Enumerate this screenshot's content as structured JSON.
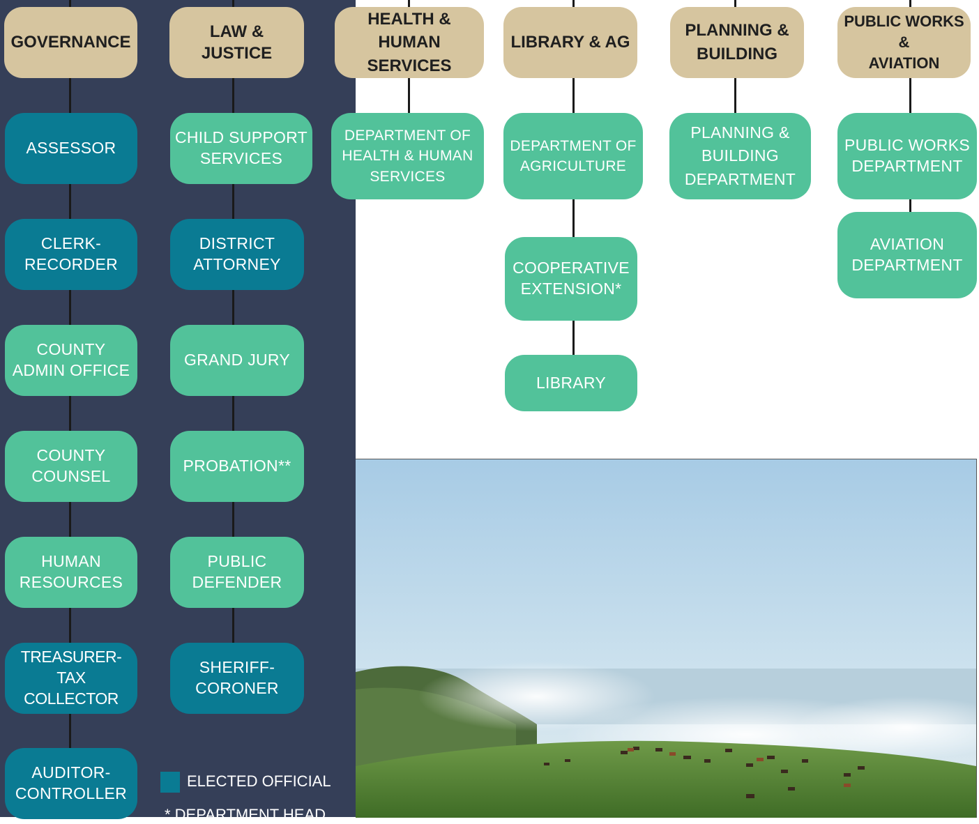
{
  "columns": {
    "governance": {
      "header": "GOVERNANCE",
      "departments": [
        "ASSESSOR",
        "CLERK-\nRECORDER",
        "COUNTY\nADMIN OFFICE",
        "COUNTY\nCOUNSEL",
        "HUMAN\nRESOURCES",
        "TREASURER-\nTAX COLLECTOR",
        "AUDITOR-\nCONTROLLER"
      ]
    },
    "law_justice": {
      "header": "LAW & JUSTICE",
      "departments": [
        "CHILD SUPPORT\nSERVICES",
        "DISTRICT\nATTORNEY",
        "GRAND JURY",
        "PROBATION**",
        "PUBLIC\nDEFENDER",
        "SHERIFF-\nCORONER"
      ]
    },
    "health": {
      "header": "HEALTH &\nHUMAN\nSERVICES",
      "departments": [
        "DEPARTMENT OF\nHEALTH & HUMAN\nSERVICES"
      ]
    },
    "library_ag": {
      "header": "LIBRARY & AG",
      "departments": [
        "DEPARTMENT OF\nAGRICULTURE",
        "COOPERATIVE\nEXTENSION*",
        "LIBRARY"
      ]
    },
    "planning": {
      "header": "PLANNING &\nBUILDING",
      "departments": [
        "PLANNING &\nBUILDING\nDEPARTMENT"
      ]
    },
    "public_works": {
      "header": "PUBLIC WORKS\n&\nAVIATION",
      "departments": [
        "PUBLIC WORKS\nDEPARTMENT",
        "AVIATION\nDEPARTMENT"
      ]
    }
  },
  "legend": {
    "elected": "ELECTED OFFICIAL",
    "dept_head": "* DEPARTMENT HEAD"
  },
  "colors": {
    "panel": "#353f58",
    "header": "#d6c59f",
    "elected": "#0a7b93",
    "appointed": "#52c29a"
  }
}
